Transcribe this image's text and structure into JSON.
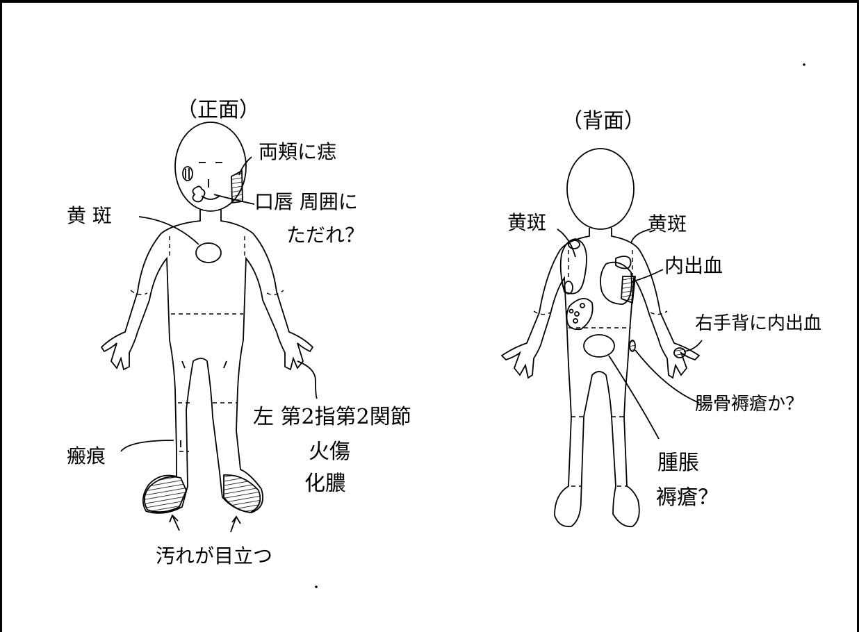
{
  "front": {
    "title": "（正面）",
    "labels": {
      "cheeks": "両頬に痣",
      "lips_line1": "口唇 周囲に",
      "lips_line2": "ただれ？",
      "chest": "黄 斑",
      "finger_line1": "左 第2指第2関節",
      "finger_line2": "火傷",
      "finger_line3": "化膿",
      "scar": "瘢痕",
      "dirt": "汚れが目立つ"
    }
  },
  "back": {
    "title": "（背面）",
    "labels": {
      "left_spot": "黄斑",
      "right_spot": "黄斑",
      "bleed": "内出血",
      "hand": "右手背に内出血",
      "hip_sore": "腸骨褥瘡か？",
      "swelling": "腫脹",
      "sore": "褥瘡？"
    }
  }
}
